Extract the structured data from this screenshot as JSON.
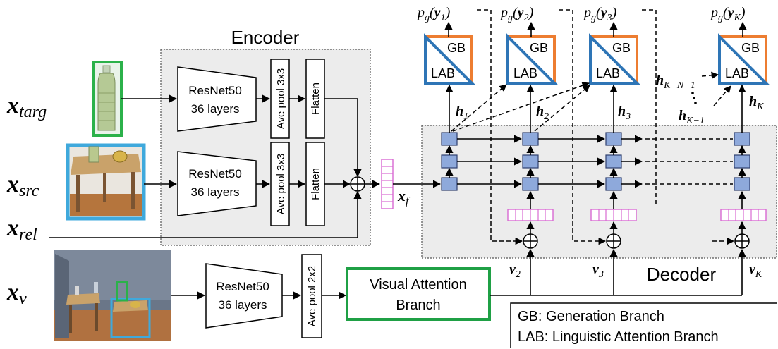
{
  "encoder": {
    "title": "Encoder",
    "resnet_name": "ResNet50",
    "resnet_layers": "36 layers",
    "pool_label": "Ave pool 3x3",
    "flatten_label": "Flatten"
  },
  "inputs": {
    "targ_main": "x",
    "targ_sub": "targ",
    "src_main": "x",
    "src_sub": "src",
    "rel_main": "x",
    "rel_sub": "rel",
    "v_main": "x",
    "v_sub": "v",
    "feature_main": "x",
    "feature_sub": "f"
  },
  "visual": {
    "resnet_name": "ResNet50",
    "resnet_layers": "36 layers",
    "pool_label": "Ave pool 2x2",
    "branch_line1": "Visual Attention",
    "branch_line2": "Branch"
  },
  "decoder": {
    "title": "Decoder",
    "outputs": [
      {
        "prefix": "p",
        "sub": "g",
        "arg": "y",
        "arg_sub": "1"
      },
      {
        "prefix": "p",
        "sub": "g",
        "arg": "y",
        "arg_sub": "2"
      },
      {
        "prefix": "p",
        "sub": "g",
        "arg": "y",
        "arg_sub": "3"
      },
      {
        "prefix": "p",
        "sub": "g",
        "arg": "y",
        "arg_sub": "K"
      }
    ],
    "gb_label": "GB",
    "lab_label": "LAB",
    "hidden": [
      {
        "main": "h",
        "sub": "1"
      },
      {
        "main": "h",
        "sub": "2"
      },
      {
        "main": "h",
        "sub": "3"
      },
      {
        "main": "h",
        "sub": "K"
      },
      {
        "main": "h",
        "sub": "K−N−1"
      },
      {
        "main": "h",
        "sub": "K−1"
      }
    ],
    "v_inputs": [
      {
        "main": "v",
        "sub": "2"
      },
      {
        "main": "v",
        "sub": "3"
      },
      {
        "main": "v",
        "sub": "K"
      }
    ]
  },
  "legend": {
    "gb": "GB: Generation Branch",
    "lab": "LAB: Linguistic Attention Branch"
  },
  "colors": {
    "encoder_bg": "#ececec",
    "decoder_bg": "#ececec",
    "lstm_cell": "#8ea9db",
    "embed_border": "#d86ad2",
    "gb_orange": "#ed7d31",
    "lab_blue": "#2e75b6",
    "visual_green": "#1fa045",
    "target_green": "#2bb14a",
    "source_blue": "#3fa9dc"
  }
}
